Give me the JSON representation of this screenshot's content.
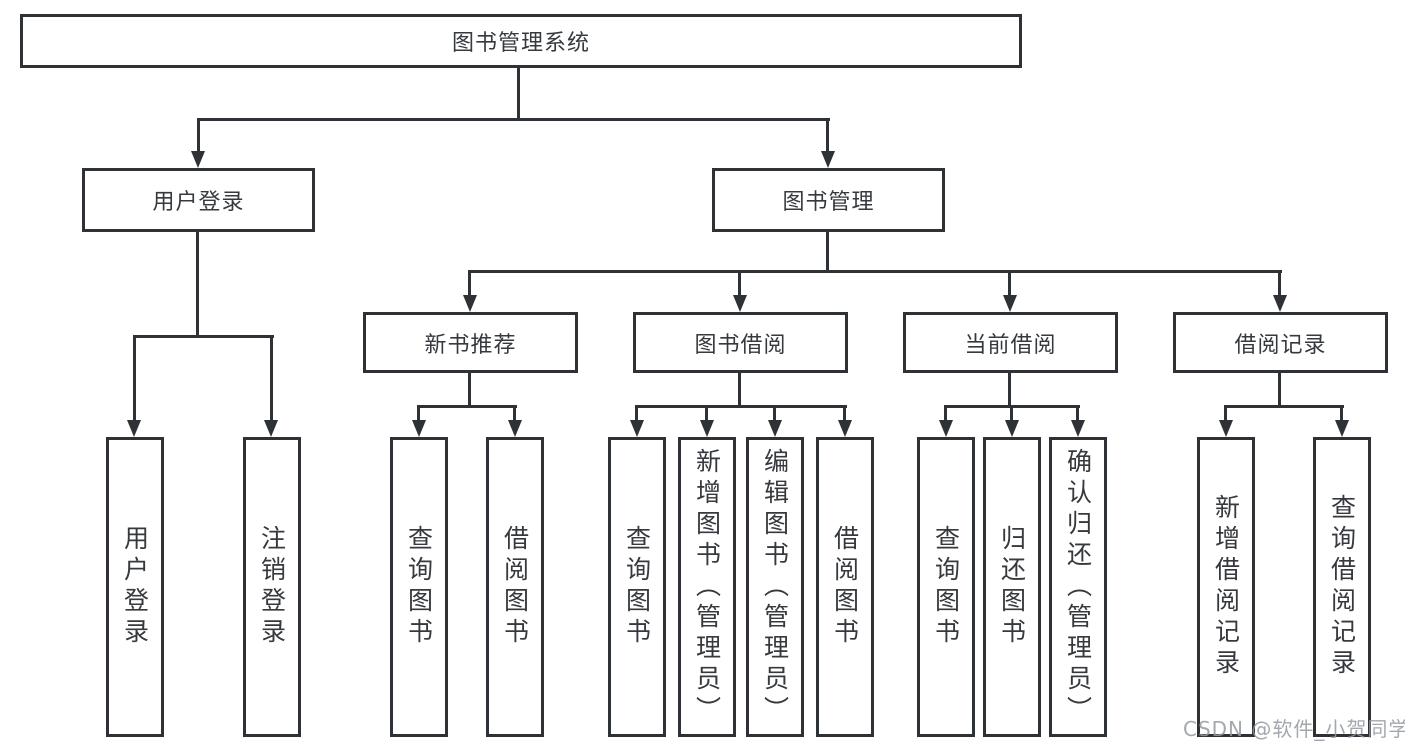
{
  "diagram": {
    "root": {
      "label": "图书管理系统"
    },
    "level2": [
      {
        "label": "用户登录",
        "children": [
          {
            "label": "用户登录"
          },
          {
            "label": "注销登录"
          }
        ]
      },
      {
        "label": "图书管理",
        "children": [
          {
            "label": "新书推荐",
            "children": [
              {
                "label": "查询图书"
              },
              {
                "label": "借阅图书"
              }
            ]
          },
          {
            "label": "图书借阅",
            "children": [
              {
                "label": "查询图书"
              },
              {
                "label": "新增图书（管理员）"
              },
              {
                "label": "编辑图书（管理员）"
              },
              {
                "label": "借阅图书"
              }
            ]
          },
          {
            "label": "当前借阅",
            "children": [
              {
                "label": "查询图书"
              },
              {
                "label": "归还图书"
              },
              {
                "label": "确认归还（管理员）"
              }
            ]
          },
          {
            "label": "借阅记录",
            "children": [
              {
                "label": "新增借阅记录"
              },
              {
                "label": "查询借阅记录"
              }
            ]
          }
        ]
      }
    ]
  },
  "colors": {
    "line": "#2e3236",
    "text": "#36393d",
    "watermark": "#9499a0"
  },
  "watermark": {
    "text": "CSDN @软件_小贺同学"
  }
}
